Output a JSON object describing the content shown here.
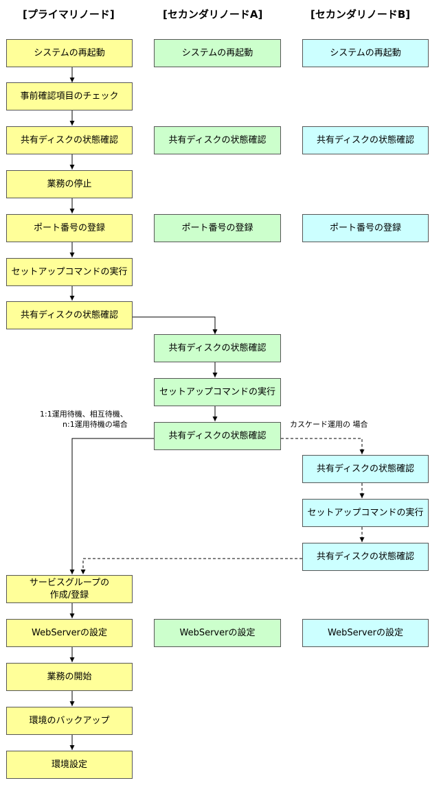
{
  "headers": {
    "primary": "[プライマリノード]",
    "secondary_a": "[セカンダリノードA]",
    "secondary_b": "[セカンダリノードB]"
  },
  "primary_steps": [
    "システムの再起動",
    "事前確認項目のチェック",
    "共有ディスクの状態確認",
    "業務の停止",
    "ポート番号の登録",
    "セットアップコマンドの実行",
    "共有ディスクの状態確認",
    "サービスグループの\n作成/登録",
    "WebServerの設定",
    "業務の開始",
    "環境のバックアップ",
    "環境設定"
  ],
  "secondary_a_steps": [
    "システムの再起動",
    "共有ディスクの状態確認",
    "ポート番号の登録",
    "共有ディスクの状態確認",
    "セットアップコマンドの実行",
    "共有ディスクの状態確認",
    "WebServerの設定"
  ],
  "secondary_b_steps": [
    "システムの再起動",
    "共有ディスクの状態確認",
    "ポート番号の登録",
    "共有ディスクの状態確認",
    "セットアップコマンドの実行",
    "共有ディスクの状態確認",
    "WebServerの設定"
  ],
  "notes": {
    "standby": "1:1運用待機、相互待機、\nn:1運用待機の場合",
    "cascade": "カスケード運用の 場合"
  },
  "colors": {
    "primary": "#ffff99",
    "secondary_a": "#ccffcc",
    "secondary_b": "#ccffff",
    "border": "#555555",
    "line": "#000000"
  }
}
